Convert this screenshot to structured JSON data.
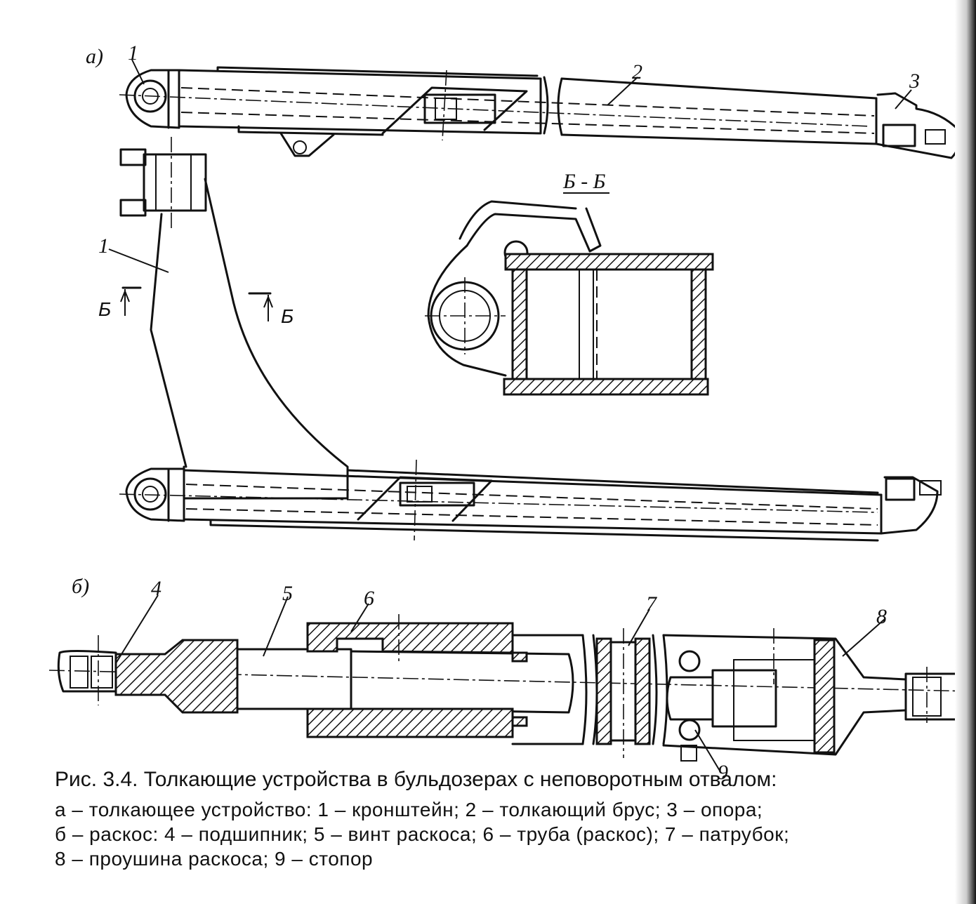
{
  "view_a_label": "а)",
  "view_b_label": "б)",
  "section_label": "Б - Б",
  "section_mark": "Б",
  "part_labels": [
    "1",
    "2",
    "3",
    "4",
    "5",
    "6",
    "7",
    "8",
    "9"
  ],
  "caption": {
    "title": "Рис. 3.4.  Толкающие устройства в бульдозерах с неповоротным отвалом:",
    "line1": "а – толкающее устройство: 1 – кронштейн; 2 – толкающий брус; 3 – опора;",
    "line2": "б – раскос: 4 – подшипник; 5 – винт раскоса; 6 – труба (раскос); 7 – патрубок;",
    "line3": "8 – проушина раскоса; 9 – стопор"
  }
}
